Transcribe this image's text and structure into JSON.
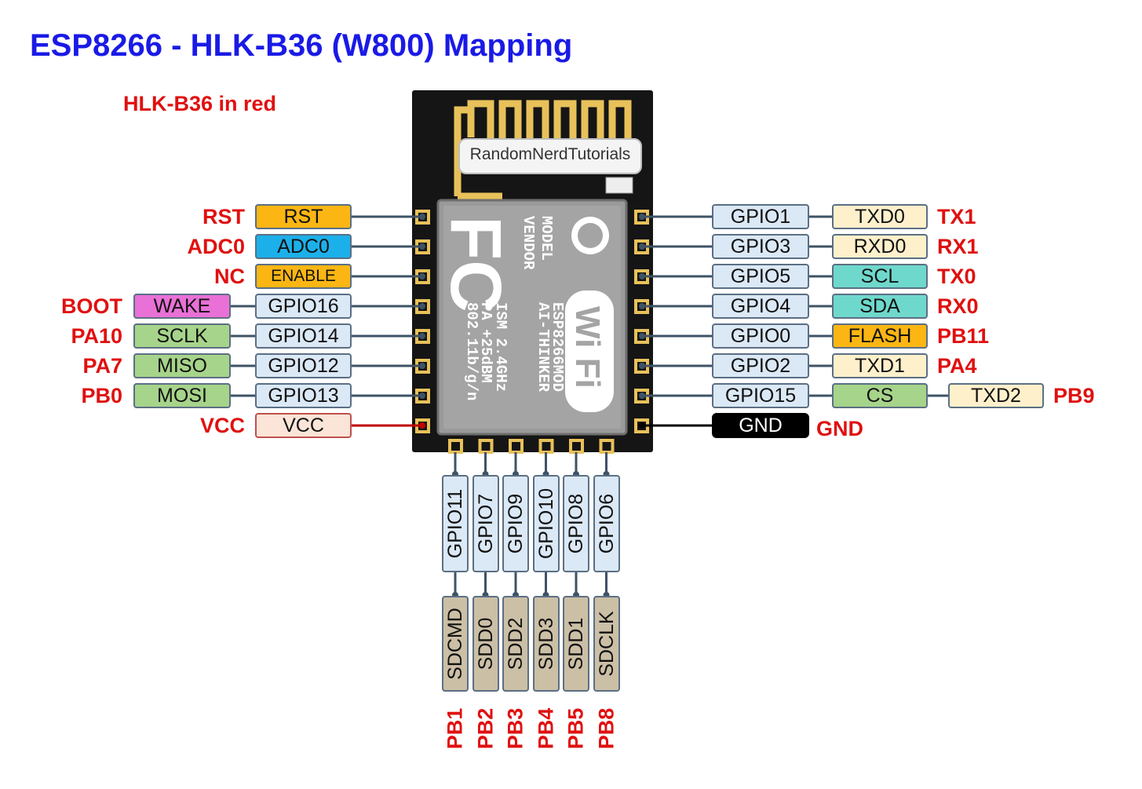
{
  "title": "ESP8266 - HLK-B36 (W800) Mapping",
  "note": "HLK-B36 in red",
  "module": {
    "brand_label": "RandomNerdTutorials",
    "fc_mark": "FC",
    "shield_text_lines": [
      "MODEL",
      "VENDOR",
      "ESP8266MOD",
      "AI-THINKER",
      "ISM    2.4GHz",
      "PA     +25dBM",
      "802.11b/g/n"
    ],
    "wifi_logo": "Wi Fi"
  },
  "left_pins": [
    {
      "hlk": "RST",
      "labels": [
        "RST"
      ],
      "colors": [
        "#fbb614"
      ]
    },
    {
      "hlk": "ADC0",
      "labels": [
        "ADC0"
      ],
      "colors": [
        "#1cb0ea"
      ]
    },
    {
      "hlk": "NC",
      "labels": [
        "ENABLE"
      ],
      "colors": [
        "#fbb614"
      ]
    },
    {
      "hlk": "BOOT",
      "labels": [
        "WAKE",
        "GPIO16"
      ],
      "colors": [
        "#e970d6",
        "#dbe8f5"
      ]
    },
    {
      "hlk": "PA10",
      "labels": [
        "SCLK",
        "GPIO14"
      ],
      "colors": [
        "#a6d48a",
        "#dbe8f5"
      ]
    },
    {
      "hlk": "PA7",
      "labels": [
        "MISO",
        "GPIO12"
      ],
      "colors": [
        "#a6d48a",
        "#dbe8f5"
      ]
    },
    {
      "hlk": "PB0",
      "labels": [
        "MOSI",
        "GPIO13"
      ],
      "colors": [
        "#a6d48a",
        "#dbe8f5"
      ]
    },
    {
      "hlk": "VCC",
      "labels": [
        "VCC"
      ],
      "colors": [
        "#fbe5d8"
      ]
    }
  ],
  "right_pins": [
    {
      "labels": [
        "GPIO1",
        "TXD0"
      ],
      "hlk": "TX1",
      "colors": [
        "#dbe8f5",
        "#fff0cc"
      ]
    },
    {
      "labels": [
        "GPIO3",
        "RXD0"
      ],
      "hlk": "RX1",
      "colors": [
        "#dbe8f5",
        "#fff0cc"
      ]
    },
    {
      "labels": [
        "GPIO5",
        "SCL"
      ],
      "hlk": "TX0",
      "colors": [
        "#dbe8f5",
        "#6fd8cc"
      ]
    },
    {
      "labels": [
        "GPIO4",
        "SDA"
      ],
      "hlk": "RX0",
      "colors": [
        "#dbe8f5",
        "#6fd8cc"
      ]
    },
    {
      "labels": [
        "GPIO0",
        "FLASH"
      ],
      "hlk": "PB11",
      "colors": [
        "#dbe8f5",
        "#fbb614"
      ]
    },
    {
      "labels": [
        "GPIO2",
        "TXD1"
      ],
      "hlk": "PA4",
      "colors": [
        "#dbe8f5",
        "#fff0cc"
      ]
    },
    {
      "labels": [
        "GPIO15",
        "CS",
        "TXD2"
      ],
      "hlk": "PB9",
      "colors": [
        "#dbe8f5",
        "#a6d48a",
        "#fff0cc"
      ]
    },
    {
      "labels": [
        "GND"
      ],
      "hlk": "GND",
      "colors": [
        "#000000"
      ]
    }
  ],
  "bottom_pins": [
    {
      "gpio": "GPIO11",
      "sd": "SDCMD",
      "hlk": "PB1"
    },
    {
      "gpio": "GPIO7",
      "sd": "SDD0",
      "hlk": "PB2"
    },
    {
      "gpio": "GPIO9",
      "sd": "SDD2",
      "hlk": "PB3"
    },
    {
      "gpio": "GPIO10",
      "sd": "SDD3",
      "hlk": "PB4"
    },
    {
      "gpio": "GPIO8",
      "sd": "SDD1",
      "hlk": "PB5"
    },
    {
      "gpio": "GPIO6",
      "sd": "SDCLK",
      "hlk": "PB8"
    }
  ],
  "colors": {
    "title": "#1a1ae6",
    "hlk_red": "#e01010",
    "gpio_blue": "#dbe8f5",
    "sd_tan": "#cbbfa6",
    "pcb": "#151515",
    "antenna_gold": "#e8c15a"
  }
}
